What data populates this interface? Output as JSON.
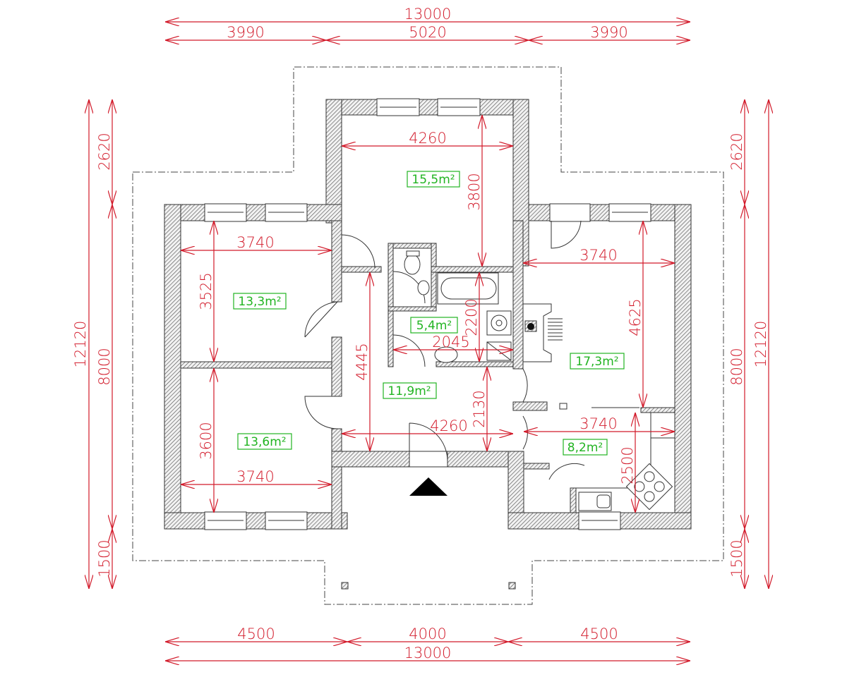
{
  "drawing": {
    "type": "architectural floor plan",
    "entrance_marker": "entrance-triangle",
    "dimensions_top": {
      "total": "13000",
      "segments": [
        "3990",
        "5020",
        "3990"
      ]
    },
    "dimensions_bottom": {
      "total": "13000",
      "segments": [
        "4500",
        "4000",
        "4500"
      ]
    },
    "dimensions_left": {
      "total": "12120",
      "segments": [
        "2620",
        "8000",
        "1500"
      ]
    },
    "dimensions_right": {
      "total": "12120",
      "segments": [
        "2620",
        "8000",
        "1500"
      ]
    },
    "rooms": [
      {
        "id": "north-room",
        "area": "15,5m²",
        "width": "4260",
        "depth": "3800"
      },
      {
        "id": "bedroom-top-left",
        "area": "13,3m²",
        "width": "3740",
        "depth": "3525"
      },
      {
        "id": "bedroom-bottom-left",
        "area": "13,6m²",
        "width": "3740",
        "depth": "3600"
      },
      {
        "id": "bathroom",
        "area": "5,4m²",
        "width": "2045",
        "depth": "2200"
      },
      {
        "id": "hall",
        "area": "11,9m²",
        "width": "4260",
        "depth": "4445",
        "extra": "2130"
      },
      {
        "id": "living-room",
        "area": "17,3m²",
        "width": "3740",
        "depth": "4625"
      },
      {
        "id": "kitchen",
        "area": "8,2m²",
        "width": "3740",
        "depth": "2500"
      }
    ]
  },
  "colors": {
    "dimension": "#d21a2a",
    "area_label": "#22b422",
    "wall": "#333333"
  }
}
